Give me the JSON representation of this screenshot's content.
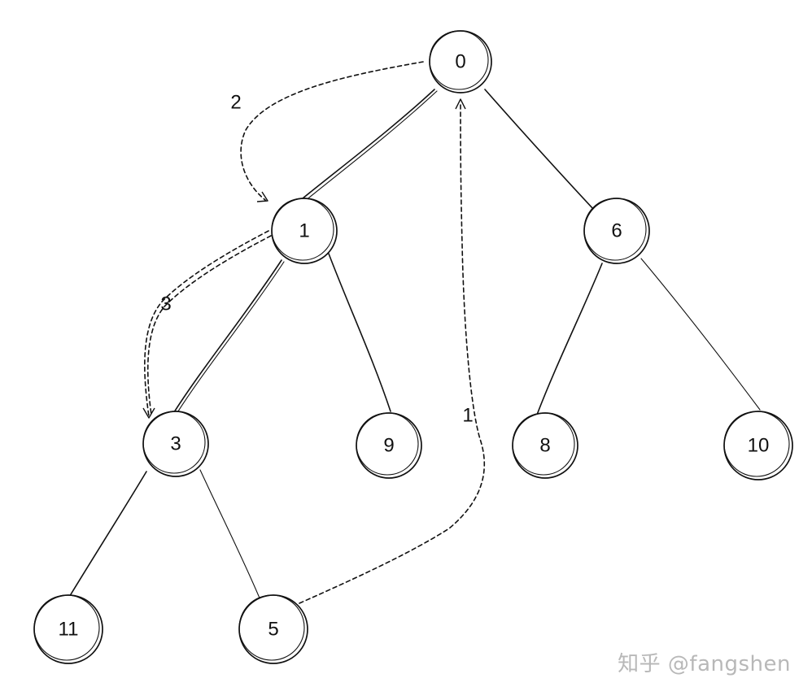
{
  "tree": {
    "nodes": [
      {
        "id": "n0",
        "label": "0"
      },
      {
        "id": "n1",
        "label": "1"
      },
      {
        "id": "n6",
        "label": "6"
      },
      {
        "id": "n3",
        "label": "3"
      },
      {
        "id": "n9",
        "label": "9"
      },
      {
        "id": "n8",
        "label": "8"
      },
      {
        "id": "n10",
        "label": "10"
      },
      {
        "id": "n11",
        "label": "11"
      },
      {
        "id": "n5",
        "label": "5"
      }
    ],
    "edges": [
      {
        "from": "n0",
        "to": "n1"
      },
      {
        "from": "n0",
        "to": "n6"
      },
      {
        "from": "n1",
        "to": "n3"
      },
      {
        "from": "n1",
        "to": "n9"
      },
      {
        "from": "n6",
        "to": "n8"
      },
      {
        "from": "n6",
        "to": "n10"
      },
      {
        "from": "n3",
        "to": "n11"
      },
      {
        "from": "n3",
        "to": "n5"
      }
    ]
  },
  "steps": [
    {
      "label": "1",
      "from": "n5",
      "to": "n0"
    },
    {
      "label": "2",
      "from": "n0",
      "to": "n1"
    },
    {
      "label": "3",
      "from": "n1",
      "to": "n3"
    }
  ],
  "watermark": "知乎 @fangshen"
}
